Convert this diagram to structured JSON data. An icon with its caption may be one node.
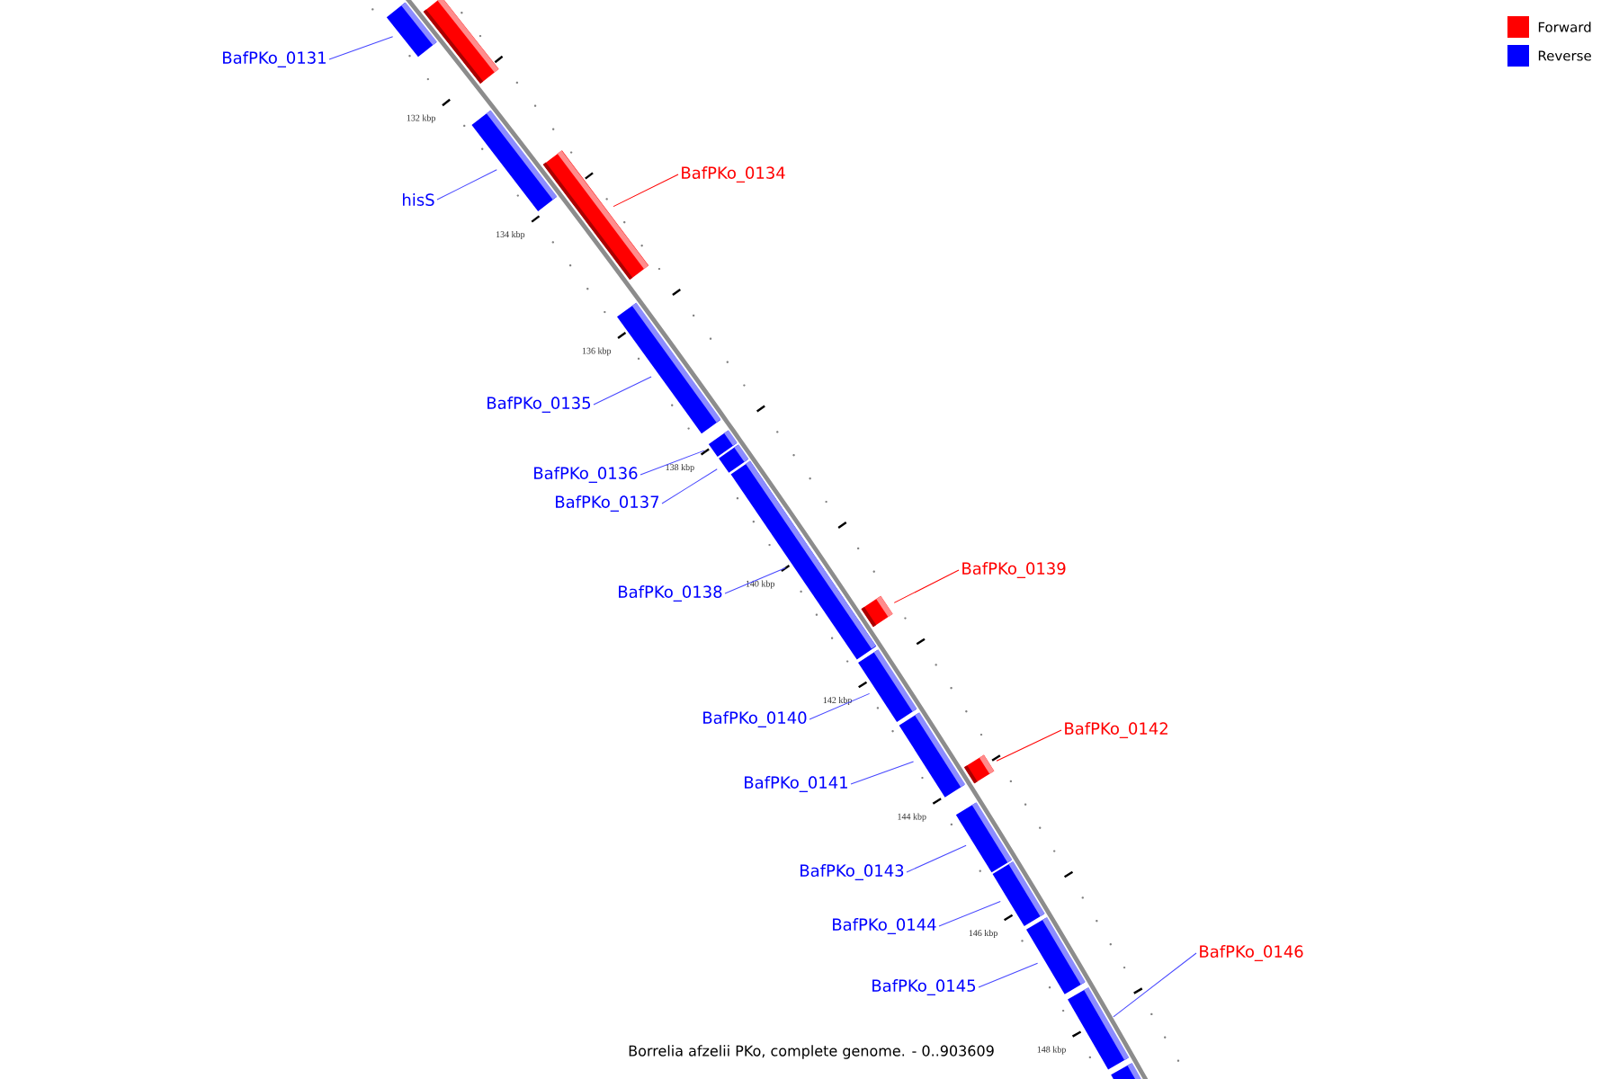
{
  "diagram": {
    "caption": "Borrelia afzelii PKo, complete genome. - 0..903609",
    "nodes": [
      {
        "text": [
          "BafPKo_0131"
        ]
      },
      {
        "text": [
          "hisS"
        ]
      },
      {
        "text": [
          "BafPKo_0134"
        ]
      },
      {
        "text": [
          "BafPKo_0135"
        ]
      },
      {
        "text": [
          "BafPKo_0136"
        ]
      },
      {
        "text": [
          "BafPKo_0137"
        ]
      },
      {
        "text": [
          "BafPKo_0138"
        ]
      },
      {
        "text": [
          "BafPKo_0139"
        ]
      },
      {
        "text": [
          "BafPKo_0140"
        ]
      },
      {
        "text": [
          "BafPKo_0141"
        ]
      },
      {
        "text": [
          "BafPKo_0142"
        ]
      },
      {
        "text": [
          "BafPKo_0143"
        ]
      },
      {
        "text": [
          "BafPKo_0144"
        ]
      },
      {
        "text": [
          "BafPKo_0145"
        ]
      },
      {
        "text": [
          "BafPKo_0146"
        ]
      },
      {
        "text": [],
        "shape": "bar"
      },
      {
        "text": [],
        "shape": "bar"
      },
      {
        "text": [],
        "shape": "bar"
      },
      {
        "text": [],
        "shape": "bar"
      },
      {
        "text": [],
        "shape": "bar"
      },
      {
        "text": [],
        "shape": "bar"
      },
      {
        "text": [],
        "shape": "bar"
      },
      {
        "text": [],
        "shape": "bar"
      },
      {
        "text": [],
        "shape": "bar"
      },
      {
        "text": [],
        "shape": "bar"
      },
      {
        "text": [],
        "shape": "bar"
      },
      {
        "text": [],
        "shape": "bar"
      },
      {
        "text": [],
        "shape": "bar"
      },
      {
        "text": [],
        "shape": "bar"
      },
      {
        "text": [],
        "shape": "bar"
      },
      {
        "text": [],
        "shape": "bar"
      },
      {
        "text": [],
        "shape": "bar"
      }
    ],
    "edges": [
      {
        "from": 0,
        "to": 15,
        "arrow": "none"
      },
      {
        "from": 1,
        "to": 17,
        "arrow": "none"
      },
      {
        "from": 2,
        "to": 18,
        "arrow": "none",
        "color": "#ff0000"
      },
      {
        "from": 3,
        "to": 19,
        "arrow": "none"
      },
      {
        "from": 4,
        "to": 20,
        "arrow": "none"
      },
      {
        "from": 5,
        "to": 21,
        "arrow": "none"
      },
      {
        "from": 6,
        "to": 22,
        "arrow": "none"
      },
      {
        "from": 7,
        "to": 23,
        "arrow": "none",
        "color": "#ff0000"
      },
      {
        "from": 8,
        "to": 24,
        "arrow": "none"
      },
      {
        "from": 9,
        "to": 25,
        "arrow": "none"
      },
      {
        "from": 10,
        "to": 26,
        "arrow": "none",
        "color": "#ff0000"
      },
      {
        "from": 11,
        "to": 27,
        "arrow": "none"
      },
      {
        "from": 12,
        "to": 28,
        "arrow": "none"
      },
      {
        "from": 13,
        "to": 29,
        "arrow": "none"
      },
      {
        "from": 14,
        "to": 30,
        "arrow": "none"
      }
    ],
    "labels": [
      "132 kbp",
      "134 kbp",
      "136 kbp",
      "138 kbp",
      "140 kbp",
      "142 kbp",
      "144 kbp",
      "146 kbp",
      "148 kbp"
    ],
    "legend": [
      {
        "text": "Forward",
        "color": "#ff0000"
      },
      {
        "text": "Reverse",
        "color": "#0000ff"
      }
    ]
  }
}
